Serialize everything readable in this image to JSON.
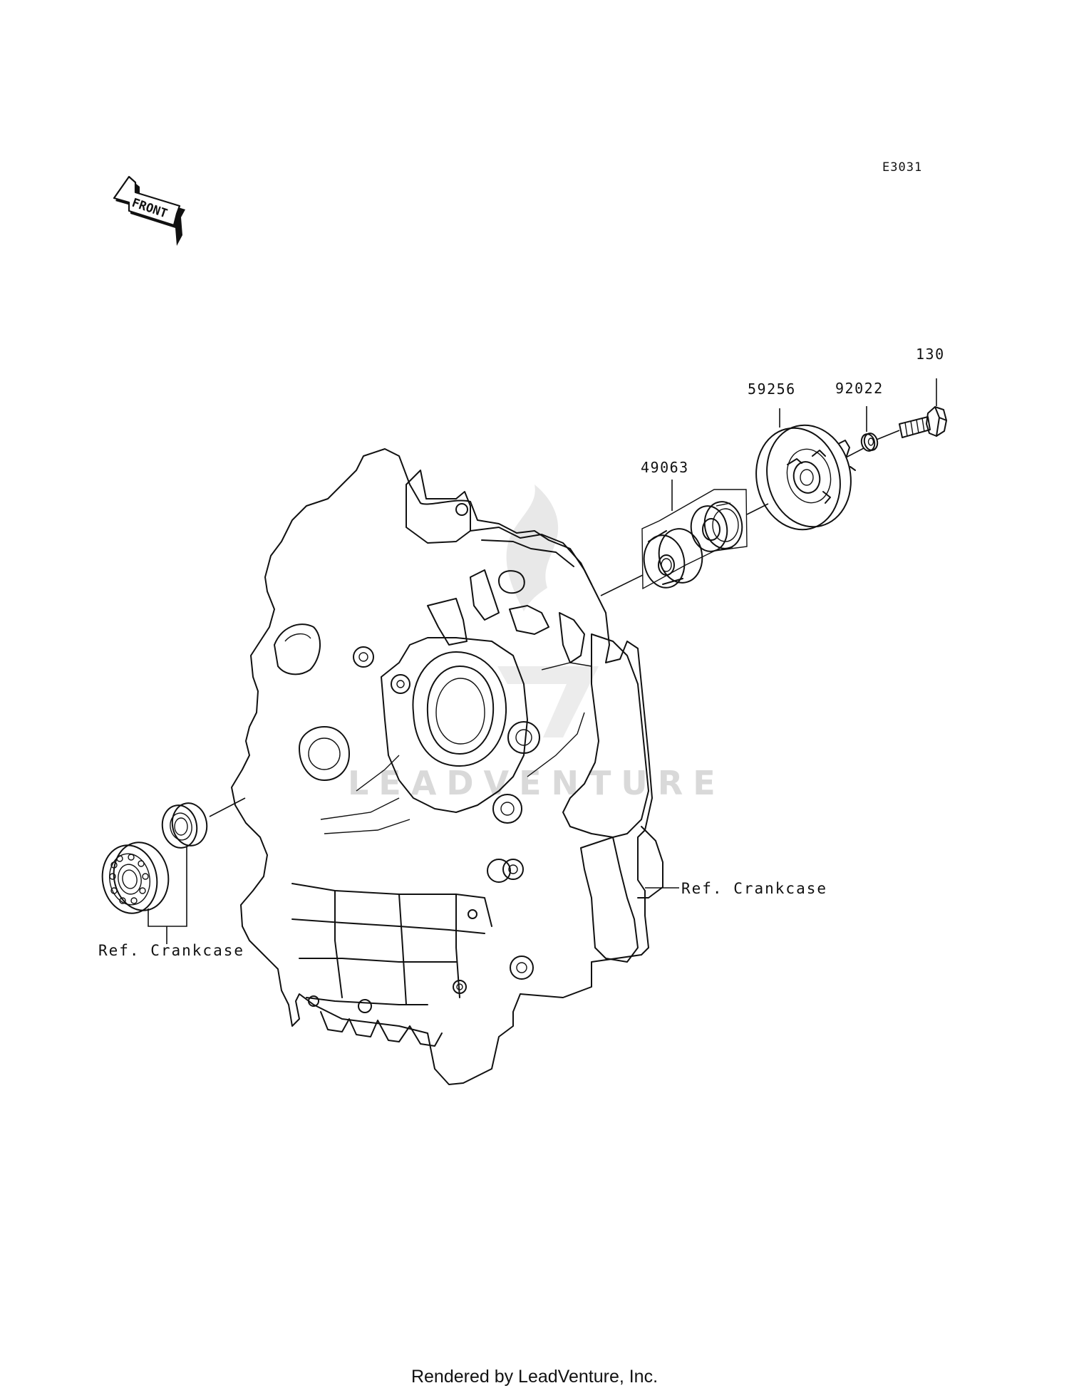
{
  "diagram_code": "E3031",
  "front_indicator": {
    "label": "FRONT",
    "icon": "front-arrow-icon"
  },
  "callouts": {
    "part_130": "130",
    "part_59256": "59256",
    "part_92022": "92022",
    "part_49063": "49063",
    "ref_crankcase_right": "Ref. Crankcase",
    "ref_crankcase_left": "Ref. Crankcase"
  },
  "watermark": {
    "text": "LEADVENTURE",
    "icon": "leadventure-logo-icon"
  },
  "footer": {
    "credit": "Rendered by LeadVenture, Inc."
  }
}
